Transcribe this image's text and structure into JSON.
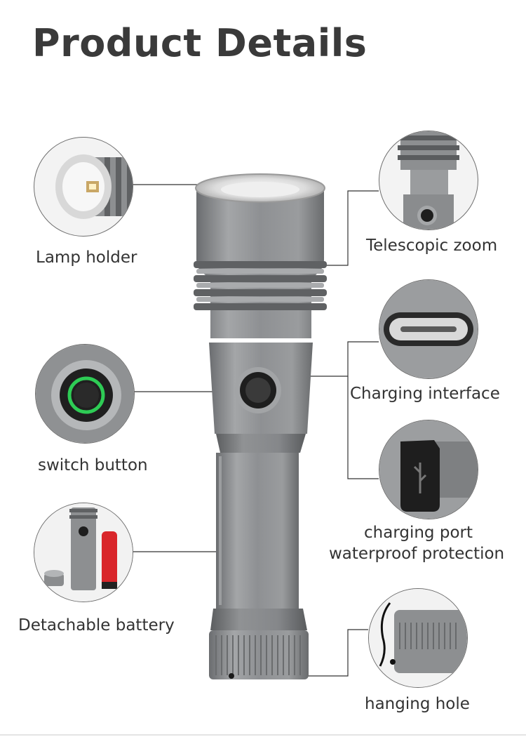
{
  "page": {
    "title": "Product Details"
  },
  "features": {
    "lamp_holder": "Lamp holder",
    "telescopic_zoom": "Telescopic zoom",
    "charging_interface": "Charging interface",
    "switch_button": "switch button",
    "charging_port_line1": "charging port",
    "charging_port_line2": "waterproof protection",
    "detachable_battery": "Detachable battery",
    "hanging_hole": "hanging hole"
  },
  "colors": {
    "body_metal": "#8c8e90",
    "accent_green": "#2ecc55",
    "battery_red": "#d9262b",
    "line": "#333333"
  }
}
